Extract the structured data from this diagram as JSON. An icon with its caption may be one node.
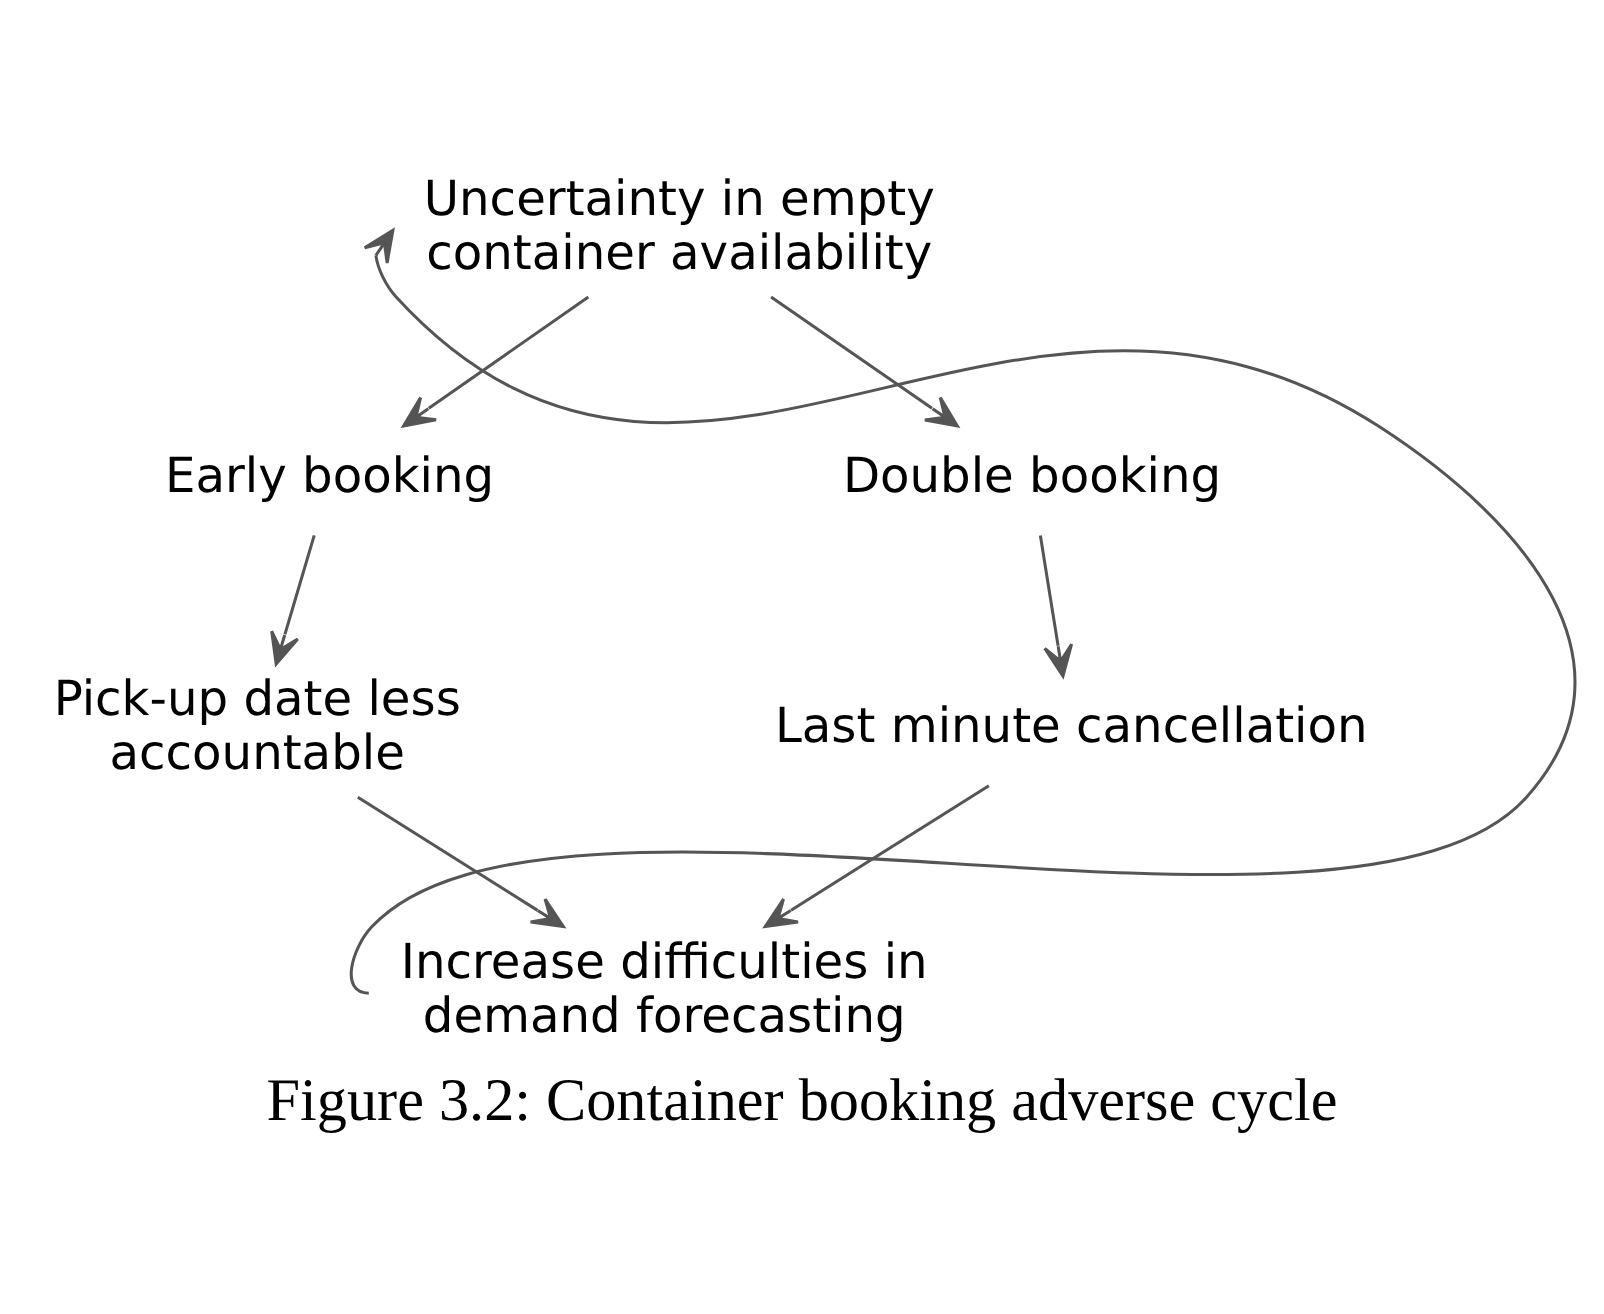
{
  "diagram": {
    "caption": "Figure 3.2: Container booking adverse cycle",
    "nodes": [
      {
        "text": [
          "Uncertainty in empty container availability"
        ]
      },
      {
        "text": [
          "Early booking"
        ]
      },
      {
        "text": [
          "Double booking"
        ]
      },
      {
        "text": [
          "Pick-up date less accountable"
        ]
      },
      {
        "text": [
          "Last minute cancellation"
        ]
      },
      {
        "text": [
          "Increase difficulties in demand forecasting"
        ]
      }
    ],
    "edges": [
      {
        "from": 0,
        "to": 1,
        "arrow": "to"
      },
      {
        "from": 0,
        "to": 2,
        "arrow": "to"
      },
      {
        "from": 1,
        "to": 3,
        "arrow": "to"
      },
      {
        "from": 2,
        "to": 4,
        "arrow": "to"
      },
      {
        "from": 3,
        "to": 5,
        "arrow": "to"
      },
      {
        "from": 4,
        "to": 5,
        "arrow": "to"
      },
      {
        "from": 5,
        "to": 0,
        "arrow": "to"
      }
    ]
  }
}
